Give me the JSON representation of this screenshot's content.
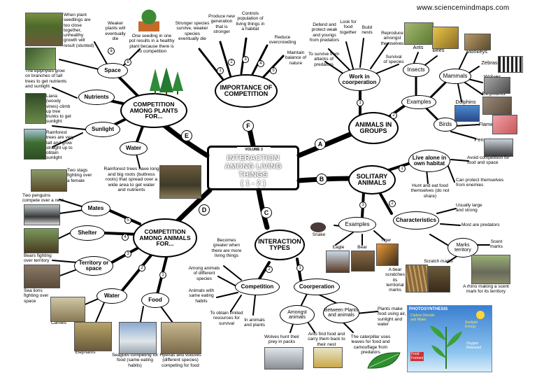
{
  "header": {
    "website": "www.sciencemindmaps.com"
  },
  "center": {
    "volume": "VOLUME 3",
    "title_l1": "INTERACTION",
    "title_l2": "AMONG LIVING",
    "title_l3": "THINGS",
    "title_l4": "( 1 - 2 )"
  },
  "branch_letters": {
    "a": "A",
    "b": "B",
    "c": "C",
    "d": "D",
    "e": "E",
    "f": "F"
  },
  "importance": {
    "title": "IMPORTANCE OF COMPETITION",
    "points": [
      "Stronger species survive, weaker species eventually die",
      "Produce new generation that is stronger",
      "Controls population of living things in a habitat",
      "Reduce overcrowding",
      "Maintain balance of nature"
    ]
  },
  "plants": {
    "title": "COMPETITION AMONG PLANTS FOR...",
    "space": "Space",
    "nutrients": "Nutrients",
    "sunlight": "Sunlight",
    "water": "Water",
    "weaker_plants": "Weaker plants will eventually die",
    "seedlings": "When plant seedlings are too close together, unhealthy growth will result (stunted)",
    "one_seed": "One seeding in one pot results in a healthy plant because there is no competition",
    "epiphytes": "The epiphytes grow on branches of tall trees to get nutrients and sunlight",
    "liana": "Liana (woody vines) climb up tree trunks to get sunlight",
    "rainforest_tall": "Rainforest trees are very tall and grow straight up to obtain sunlight",
    "roots": "Rainforest trees have long and big roots (buttress roots) that spread over a wide area to get water and nutrients"
  },
  "animals_comp": {
    "title": "COMPETITION AMONG ANIMALS FOR...",
    "mates": "Mates",
    "shelter": "Shelter",
    "territory": "Territory or space",
    "water": "Water",
    "food": "Food",
    "stags": "Two stags fighting over a female",
    "penguins": "Two penguins compete over a nest",
    "bears": "Bears fighting over territory",
    "sealions": "Sea lions fighting over space",
    "camels": "Camels",
    "elephants": "Elephants",
    "seagulls": "Seagulls competing for food (same eating habits)",
    "hyenas": "Hyenas and vultures (different species) competing for food"
  },
  "types": {
    "title": "INTERACTION TYPES",
    "competition": "Competition",
    "cooperation": "Coorperation",
    "becomes_greater": "Becomes greater when there are more living things",
    "among_animals": "Among animals of different species",
    "same_eating": "Animals with same eating habits",
    "limited": "To obtain limited resources for survival",
    "in_animals": "In animals and plants",
    "amongst": "Amongst animals",
    "between": "Between Plants and animals",
    "wolves": "Wolves hunt their prey in packs",
    "ants_carry": "Ants find food and carry them back to their nest",
    "plants_make": "Plants make food using air, sunlight and water",
    "caterpillar": "The caterpillar uses leaves for food and camouflage from predators",
    "photo_title": "PHOTOSYNTHESIS",
    "photo_l1": "Carbon Dioxide",
    "photo_l2": "and Water",
    "photo_sun1": "Sunlight",
    "photo_sun2": "Energy",
    "photo_o1": "Oxygen",
    "photo_o2": "Released",
    "photo_food1": "Food",
    "photo_food2": "Formed"
  },
  "groups": {
    "title": "ANIMALS IN GROUPS",
    "work": "Work in coorperation",
    "defend": "Defend and protect weak and youngs from predators",
    "look_food": "Look for food together",
    "build": "Build nests",
    "reproduce": "Reproduce amongst themselves",
    "survive_attacks": "To survive from attacks of predators",
    "survival": "Survival of species",
    "examples": "Examples",
    "insects": "Insects",
    "mammals": "Mammals",
    "birds": "Birds",
    "ants": "Ants",
    "bees": "Bees",
    "monkeys": "Monkeys",
    "zebras": "Zebras",
    "wolves": "Wolves",
    "elephants": "Elephants",
    "dolphins": "Dolphins",
    "flamingoes": "Flamingoes",
    "penguins": "Penguins"
  },
  "solitary": {
    "title": "SOLITARY ANIMALS",
    "live_alone": "Live alone in own habitat",
    "avoid": "Avoid competition for food and space",
    "protect": "Can protect themselves from enemies",
    "hunt": "Hunt and eat food themselves (do not share)",
    "examples": "Examples",
    "characteristics": "Characteristics",
    "usually": "Usually large and strong",
    "predators": "Most are predators",
    "marks": "Marks territory",
    "scent": "Scent marks",
    "scratch": "Scratch marks",
    "snake": "Snake",
    "eagle": "Eagle",
    "bear": "Bear",
    "tiger": "Tiger",
    "bear_scratch": "A bear scratches its territorial marks",
    "rhino": "A rhino making a scent mark for its territory"
  },
  "sub_numbers": {
    "n1": "1",
    "n2": "2",
    "n3": "3",
    "n4": "4",
    "n5": "5",
    "na": "a",
    "nb": "b",
    "nc": "c",
    "nd": "d",
    "ne": "e"
  }
}
